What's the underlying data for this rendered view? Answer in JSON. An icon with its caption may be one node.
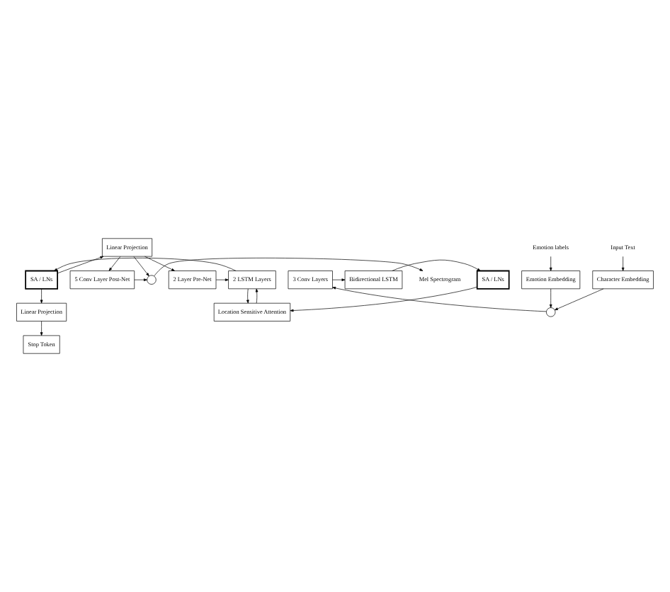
{
  "diagram": {
    "nodes": [
      {
        "text": [
          "5 Conv Layer Post-Net"
        ]
      },
      {
        "text": [],
        "shape": "circle"
      },
      {
        "text": [
          "Mel Spectrogram"
        ]
      },
      {
        "text": [
          "2 Layer Pre-Net"
        ]
      },
      {
        "text": [
          "2 LSTM Layers"
        ]
      },
      {
        "text": [
          "SA / LNs"
        ]
      },
      {
        "text": [
          "Linear Projection"
        ]
      },
      {
        "text": [
          "Input Text"
        ]
      },
      {
        "text": [
          "Location Sensitive Attention"
        ]
      },
      {
        "text": [
          "Linear Projection"
        ]
      },
      {
        "text": [
          "Character Embedding"
        ]
      },
      {
        "text": [
          "Stop Token"
        ]
      },
      {
        "text": [],
        "shape": "circle"
      },
      {
        "text": [
          "Emotion Embedding"
        ]
      },
      {
        "text": [
          "3 Conv Layers"
        ]
      },
      {
        "text": [
          "Bidirectional LSTM"
        ]
      },
      {
        "text": [
          "SA / LNs"
        ]
      },
      {
        "text": [
          "Emotion labels"
        ]
      }
    ],
    "edges": [
      {
        "from": 0,
        "to": 1,
        "arrow": "to"
      },
      {
        "from": 1,
        "to": 2,
        "arrow": "to"
      },
      {
        "from": 6,
        "to": 1,
        "arrow": "to"
      },
      {
        "from": 6,
        "to": 0,
        "arrow": "to"
      },
      {
        "from": 6,
        "to": 3,
        "arrow": "to"
      },
      {
        "from": 3,
        "to": 4,
        "arrow": "to"
      },
      {
        "from": 4,
        "to": 5,
        "arrow": "to"
      },
      {
        "from": 5,
        "to": 6,
        "arrow": "to"
      },
      {
        "from": 5,
        "to": 9,
        "arrow": "to"
      },
      {
        "from": 4,
        "to": 8,
        "arrow": "to"
      },
      {
        "from": 8,
        "to": 4,
        "arrow": "to"
      },
      {
        "from": 9,
        "to": 11,
        "arrow": "to"
      },
      {
        "from": 7,
        "to": 10,
        "arrow": "to"
      },
      {
        "from": 10,
        "to": 12,
        "arrow": "to"
      },
      {
        "from": 13,
        "to": 12,
        "arrow": "to"
      },
      {
        "from": 12,
        "to": 14,
        "arrow": "to"
      },
      {
        "from": 14,
        "to": 15,
        "arrow": "to"
      },
      {
        "from": 15,
        "to": 16,
        "arrow": "to"
      },
      {
        "from": 16,
        "to": 8,
        "arrow": "to"
      },
      {
        "from": 17,
        "to": 13,
        "arrow": "to"
      }
    ]
  }
}
